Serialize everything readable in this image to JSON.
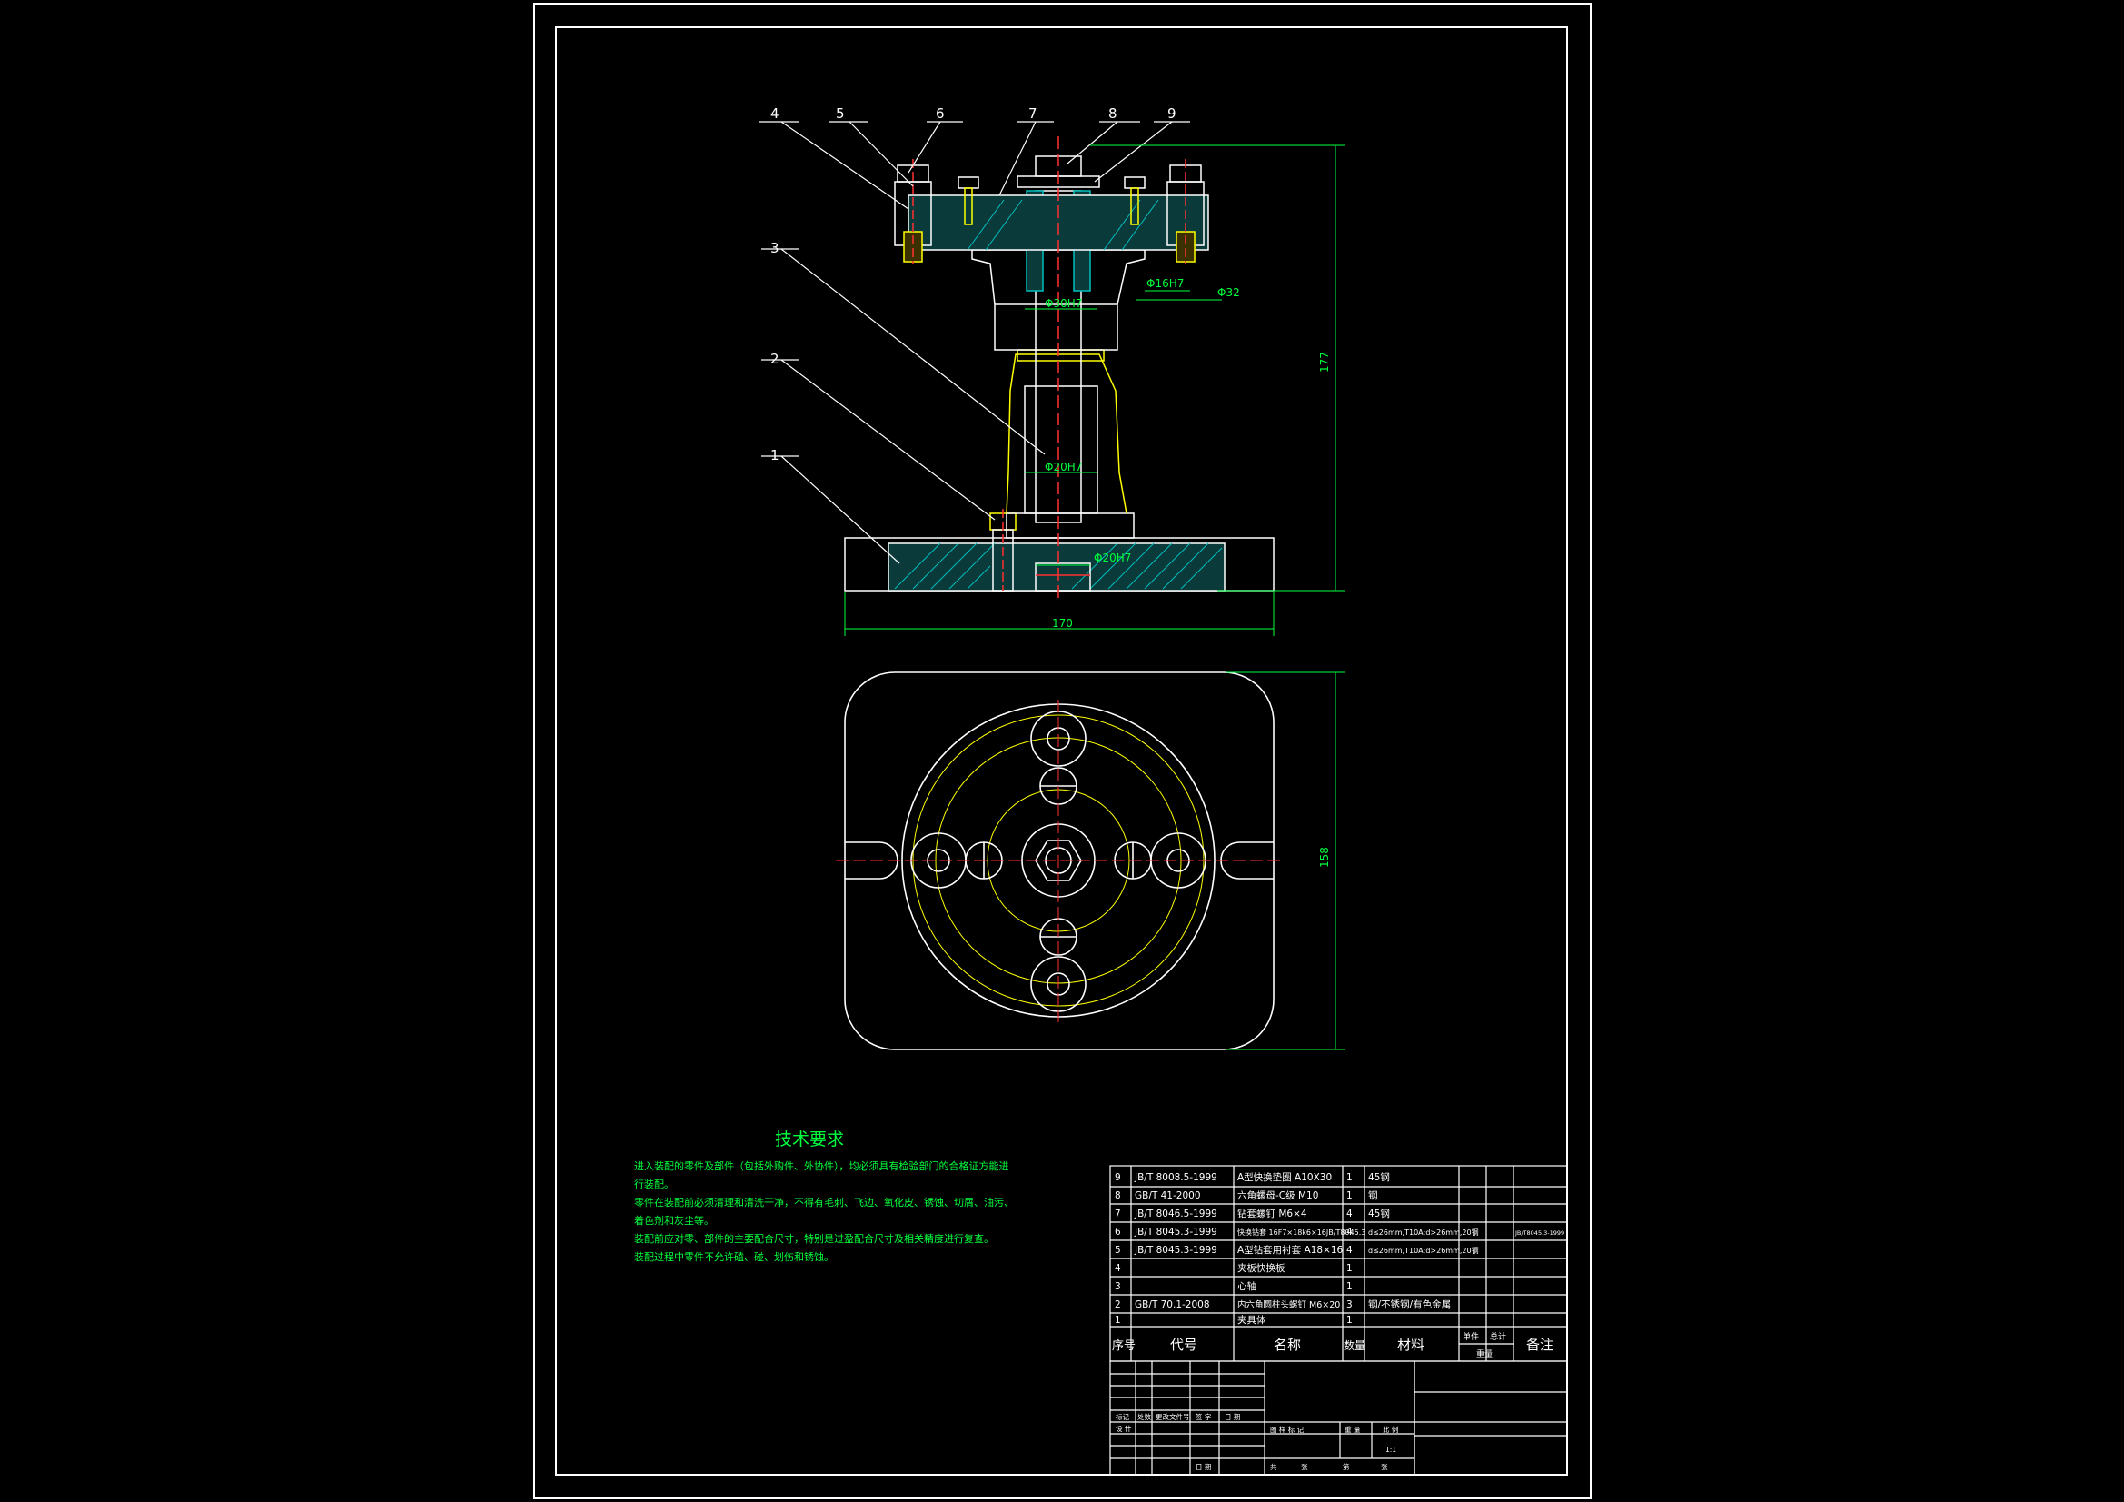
{
  "drawing": {
    "callouts": [
      "1",
      "2",
      "3",
      "4",
      "5",
      "6",
      "7",
      "8",
      "9"
    ],
    "dimensions": {
      "height_total": "177",
      "width_base": "170",
      "depth_plan": "158",
      "bore_top": "Φ30H7",
      "bore_mid": "Φ20H7",
      "bore_base": "Φ20H7",
      "bush_bore": "Φ16H7",
      "bush_od": "Φ32"
    }
  },
  "tech_requirements": {
    "title": "技术要求",
    "lines": [
      "进入装配的零件及部件（包括外购件、外协件），均必须具有检验部门的合格证方能进",
      "行装配。",
      "零件在装配前必须清理和清洗干净，不得有毛刺、飞边、氧化皮、锈蚀、切屑、油污、",
      "着色剂和灰尘等。",
      "装配前应对零、部件的主要配合尺寸，特别是过盈配合尺寸及相关精度进行复查。",
      "装配过程中零件不允许磕、碰、划伤和锈蚀。"
    ]
  },
  "parts_list": {
    "rows": [
      {
        "no": "9",
        "code": "JB/T 8008.5-1999",
        "name": "A型快换垫圈 A10X30",
        "qty": "1",
        "material": "45钢",
        "note": ""
      },
      {
        "no": "8",
        "code": "GB/T 41-2000",
        "name": "六角螺母-C级 M10",
        "qty": "1",
        "material": "钢",
        "note": ""
      },
      {
        "no": "7",
        "code": "JB/T 8046.5-1999",
        "name": "钻套螺钉 M6×4",
        "qty": "4",
        "material": "45钢",
        "note": ""
      },
      {
        "no": "6",
        "code": "JB/T 8045.3-1999",
        "name": "快换钻套 16F7×18k6×16JB/T8045.3",
        "qty": "4",
        "material": "d≤26mm,T10A;d>26mm,20钢",
        "note": "JB/T8045.3-1999"
      },
      {
        "no": "5",
        "code": "JB/T 8045.3-1999",
        "name": "A型钻套用衬套 A18×16",
        "qty": "4",
        "material": "d≤26mm,T10A;d>26mm,20钢",
        "note": ""
      },
      {
        "no": "4",
        "code": "",
        "name": "夹板快换板",
        "qty": "1",
        "material": "",
        "note": ""
      },
      {
        "no": "3",
        "code": "",
        "name": "心轴",
        "qty": "1",
        "material": "",
        "note": ""
      },
      {
        "no": "2",
        "code": "GB/T 70.1-2008",
        "name": "内六角圆柱头螺钉 M6×20",
        "qty": "3",
        "material": "钢/不锈钢/有色金属",
        "note": ""
      },
      {
        "no": "1",
        "code": "",
        "name": "夹具体",
        "qty": "1",
        "material": "",
        "note": ""
      }
    ],
    "headers": {
      "no": "序号",
      "code": "代号",
      "name": "名称",
      "qty": "数量",
      "material": "材料",
      "unit": "单件",
      "total": "总计",
      "weight": "重量",
      "note": "备注"
    }
  },
  "title_block": {
    "revision_labels": [
      "标记",
      "处数",
      "更改文件号",
      "签 字",
      "日 期"
    ],
    "design": "设 计",
    "stage_labels": [
      "图 样 标 记",
      "重 量",
      "比 例"
    ],
    "scale": "1:1",
    "sheet_labels": [
      "共",
      "张",
      "第",
      "张"
    ],
    "date_label": "日 期"
  }
}
